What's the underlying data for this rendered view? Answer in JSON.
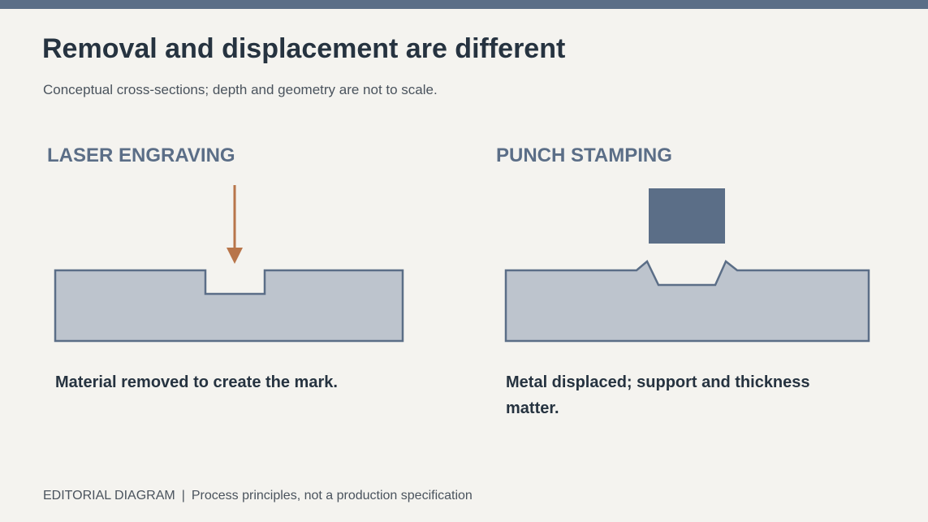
{
  "header": {
    "title": "Removal and displacement are different",
    "subtitle": "Conceptual cross-sections; depth and geometry are not to scale."
  },
  "panels": [
    {
      "heading": "LASER ENGRAVING",
      "caption": "Material removed to create the mark."
    },
    {
      "heading": "PUNCH STAMPING",
      "caption": "Metal displaced; support and thickness matter."
    }
  ],
  "footer": {
    "label": "EDITORIAL DIAGRAM",
    "separator": "|",
    "note": "Process principles, not a production specification"
  },
  "colors": {
    "accent": "#5b6e87",
    "laser_arrow": "#b8754a",
    "material_fill": "#bdc4cd",
    "material_stroke": "#5b6e87",
    "punch_fill": "#5b6e87",
    "background": "#f4f3ef"
  }
}
